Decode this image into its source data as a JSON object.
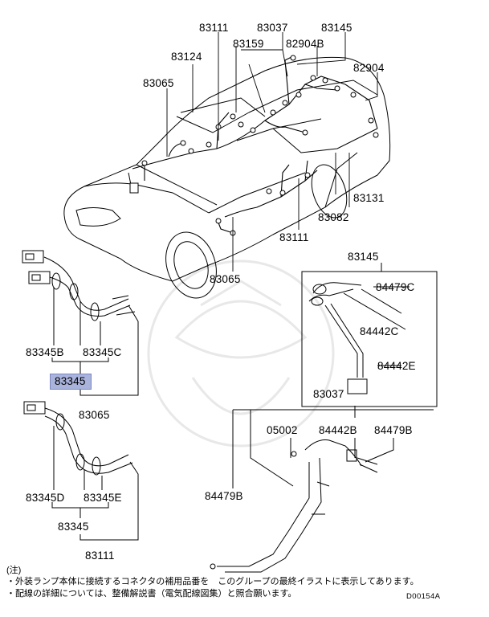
{
  "labels": {
    "p83111_top": "83111",
    "p83037_top": "83037",
    "p83145_top": "83145",
    "p83124": "83124",
    "p83159": "83159",
    "p82904B": "82904B",
    "p82904": "82904",
    "p83065_top": "83065",
    "p83131": "83131",
    "p83082": "83082",
    "p83111_mid": "83111",
    "p83065_mid": "83065",
    "p83145_box": "83145",
    "p84479C": "84479C",
    "p84442C": "84442C",
    "p84442E": "84442E",
    "p83345B": "83345B",
    "p83345C": "83345C",
    "p83345_hl": "83345",
    "p83065_left": "83065",
    "p83037_low": "83037",
    "p05002": "05002",
    "p84442B": "84442B",
    "p84479B_right": "84479B",
    "p84479B_left": "84479B",
    "p83345D": "83345D",
    "p83345E": "83345E",
    "p83345_low": "83345",
    "p83111_low": "83111"
  },
  "notes": {
    "title": "(注)",
    "line1": "・外装ランプ本体に接続するコネクタの補用品番を　このグループの最終イラストに表示してあります。",
    "line2": "・配線の詳細については、整備解説書（電気配線図集）と照合願います。"
  },
  "drawing_code": "D00154A",
  "colors": {
    "highlight": "#a9b3dc",
    "ink": "#000000"
  }
}
